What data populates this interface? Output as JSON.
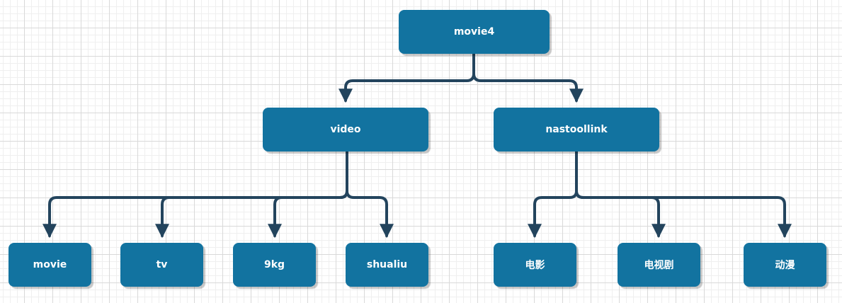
{
  "colors": {
    "node_fill": "#1273a0",
    "node_text": "#ffffff",
    "connector": "#23445d",
    "grid": "#d9d9d9"
  },
  "nodes": {
    "root": "movie4",
    "video": "video",
    "nastoollink": "nastoollink",
    "movie": "movie",
    "tv": "tv",
    "kg9": "9kg",
    "shualiu": "shualiu",
    "dianying": "电影",
    "dianshiju": "电视剧",
    "dongman": "动漫"
  },
  "edges": [
    {
      "from": "movie4",
      "to": "video"
    },
    {
      "from": "movie4",
      "to": "nastoollink"
    },
    {
      "from": "video",
      "to": "movie"
    },
    {
      "from": "video",
      "to": "tv"
    },
    {
      "from": "video",
      "to": "9kg"
    },
    {
      "from": "video",
      "to": "shualiu"
    },
    {
      "from": "nastoollink",
      "to": "电影"
    },
    {
      "from": "nastoollink",
      "to": "电视剧"
    },
    {
      "from": "nastoollink",
      "to": "动漫"
    }
  ]
}
